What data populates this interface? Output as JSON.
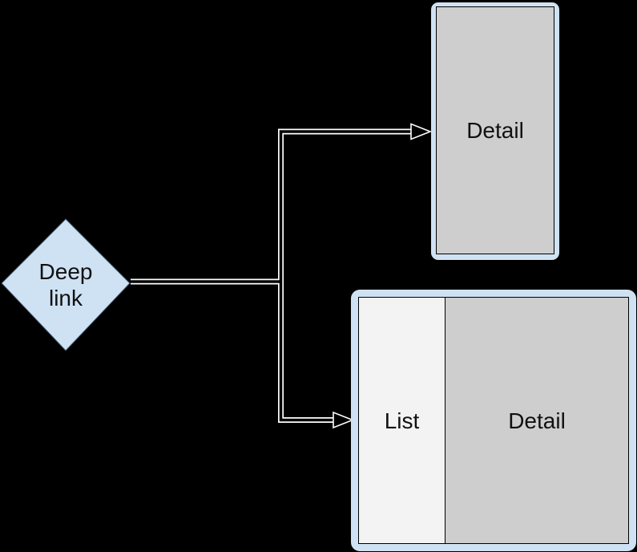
{
  "diagram": {
    "type": "flowchart",
    "background_color": "#000000",
    "connector_color": "#ffffff",
    "nodes": {
      "deep_link": {
        "label": "Deep link",
        "shape": "diamond",
        "fill": "#cfe2f3",
        "text_color": "#111111"
      },
      "detail_screen": {
        "label": "Detail",
        "shape": "phone-frame",
        "frame_fill": "#cfe2f3",
        "body_fill": "#cecece",
        "text_color": "#111111"
      },
      "list_detail_screen": {
        "shape": "two-pane-frame",
        "frame_fill": "#cfe2f3",
        "list_label": "List",
        "list_fill": "#f3f3f3",
        "detail_label": "Detail",
        "detail_fill": "#cecece",
        "text_color": "#111111"
      }
    },
    "edges": [
      {
        "from": "deep_link",
        "to": "detail_screen",
        "style": "hollow-double-line",
        "arrowhead": "open-triangle"
      },
      {
        "from": "deep_link",
        "to": "list_detail_screen",
        "style": "hollow-double-line",
        "arrowhead": "open-triangle"
      }
    ]
  }
}
